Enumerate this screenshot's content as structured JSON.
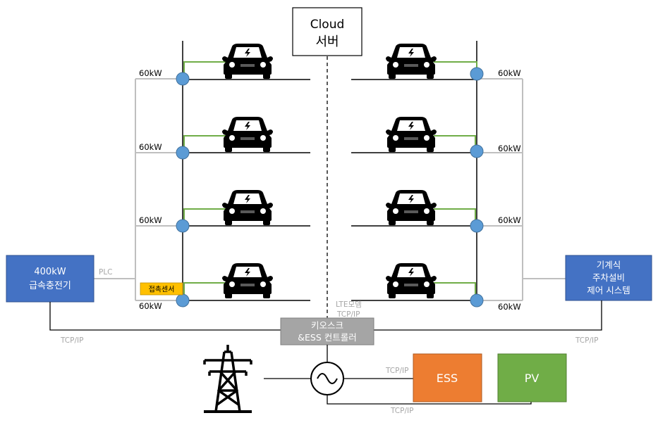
{
  "cloud": {
    "line1": "Cloud",
    "line2": "서버"
  },
  "charger": {
    "line1": "400kW",
    "line2": "급속충전기"
  },
  "parking": {
    "line1": "기계식",
    "line2": "주차설비",
    "line3": "제어 시스템"
  },
  "kiosk": {
    "line1": "키오스크",
    "line2": "&ESS 컨트롤러"
  },
  "ess": "ESS",
  "pv": "PV",
  "labels": {
    "plc": "PLC",
    "sensor": "접촉센서",
    "lte_modem": "LTE모뎀",
    "tcpip": "TCP/IP"
  },
  "power": {
    "left": [
      "60kW",
      "60kW",
      "60kW",
      "60kW"
    ],
    "right": [
      "60kW",
      "60kW",
      "60kW",
      "60kW"
    ]
  },
  "colors": {
    "blue_box": "#4472c4",
    "ess_orange": "#ed7d31",
    "pv_green": "#70ad47",
    "kiosk_gray": "#a5a5a5",
    "node_blue": "#5b9bd5",
    "green_wire": "#70ad47",
    "gray_wire": "#bfbfbf"
  },
  "icons": {
    "car": "ev-car-icon",
    "tower": "transmission-tower-icon",
    "inverter": "ac-source-icon"
  }
}
